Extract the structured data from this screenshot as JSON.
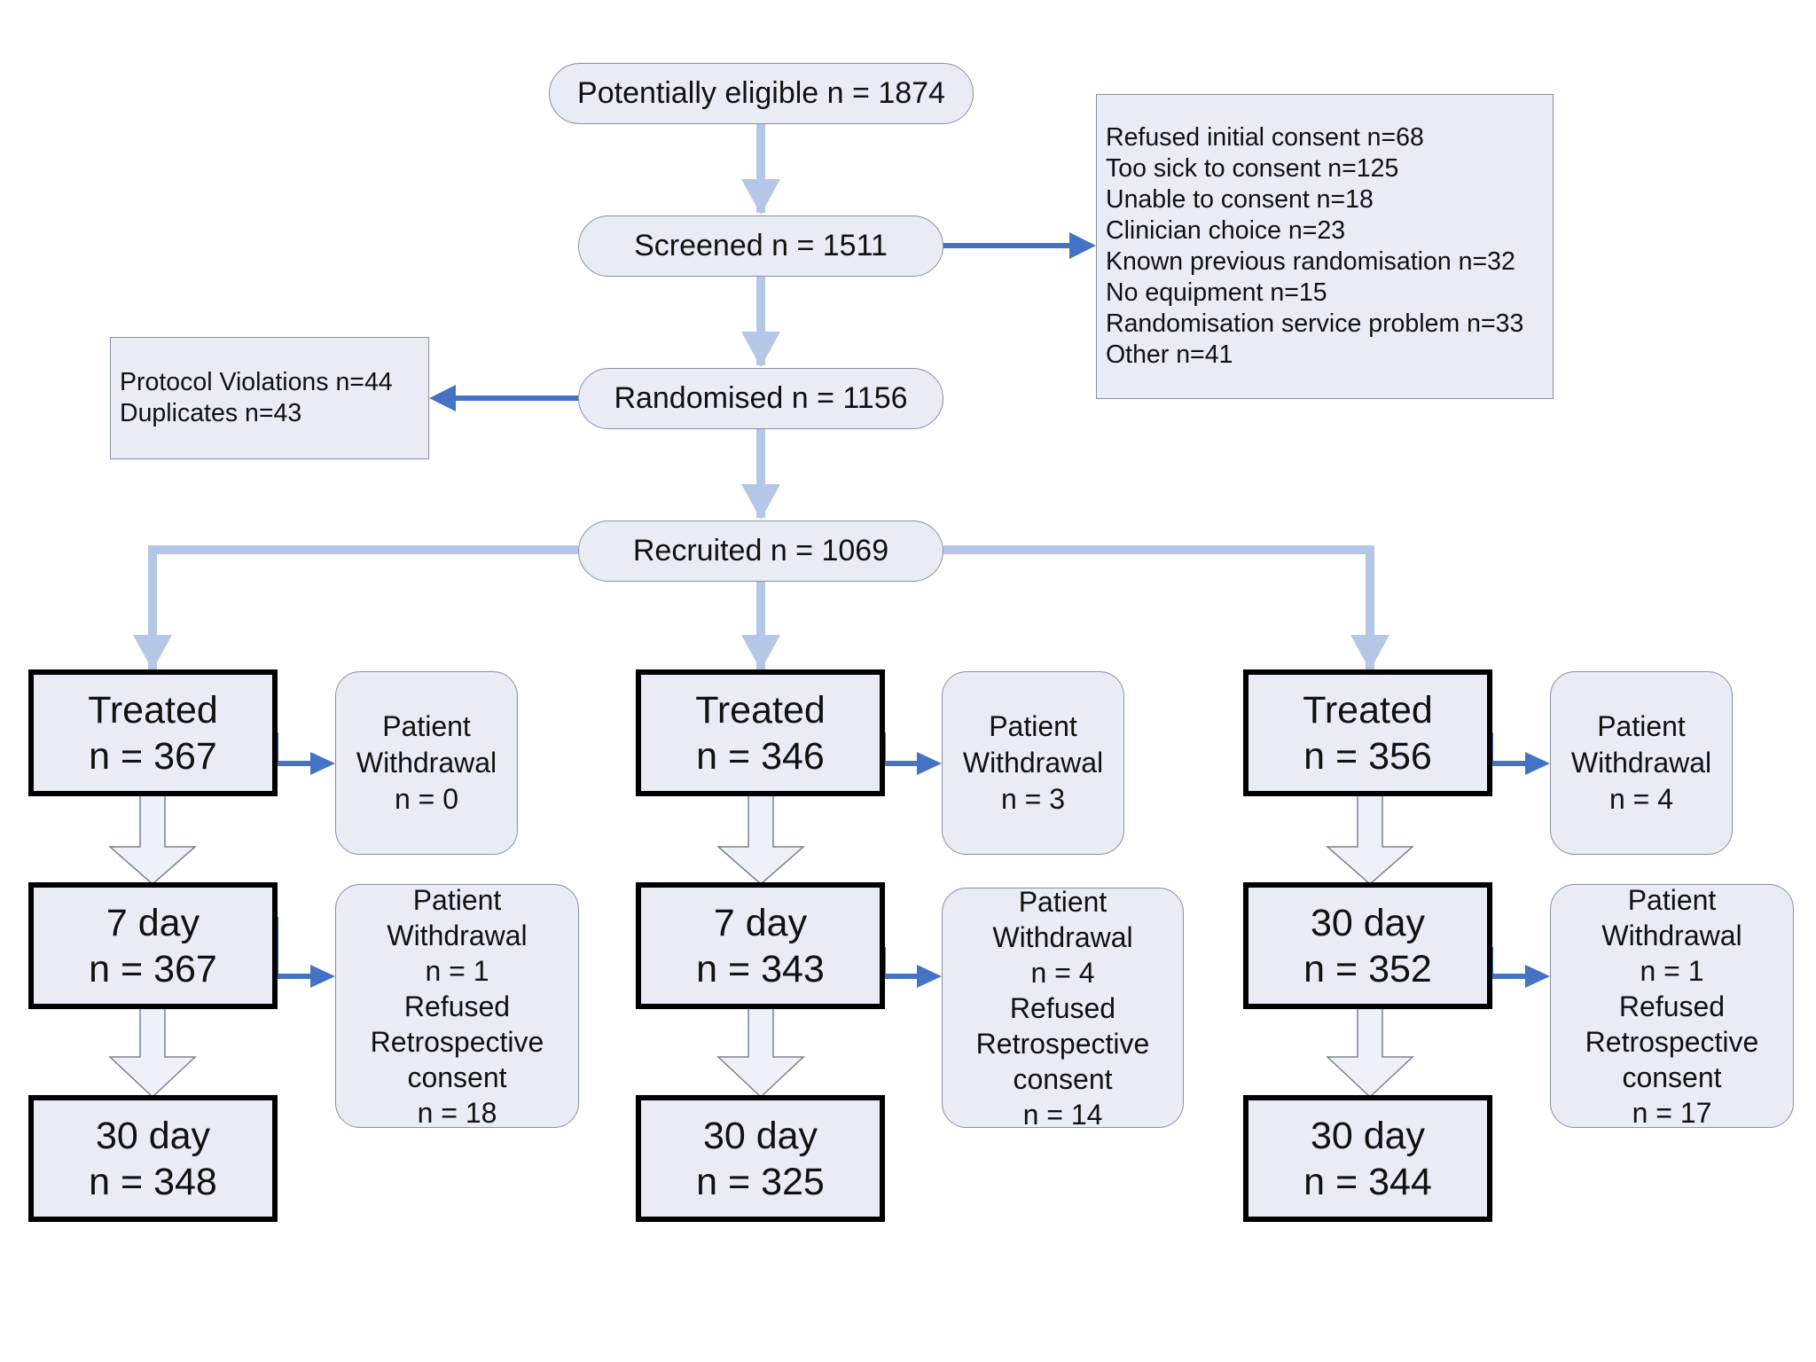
{
  "eligible": "Potentially eligible n = 1874",
  "screened": "Screened n = 1511",
  "randomised": "Randomised n = 1156",
  "recruited": "Recruited n = 1069",
  "exclusions": [
    "Refused initial consent  n=68",
    "Too sick to consent  n=125",
    "Unable to consent n=18",
    "Clinician choice  n=23",
    "Known previous randomisation  n=32",
    "No equipment  n=15",
    "Randomisation service problem n=33",
    "Other  n=41"
  ],
  "violations": [
    "Protocol Violations n=44",
    "Duplicates n=43"
  ],
  "arms": [
    {
      "treated": [
        "Treated",
        "n = 367"
      ],
      "withdrawal1": [
        "Patient",
        "Withdrawal",
        "n = 0"
      ],
      "followup1": [
        "7 day",
        "n = 367"
      ],
      "withdrawal2": [
        "Patient",
        "Withdrawal",
        "n = 1",
        "Refused",
        "Retrospective",
        "consent",
        "n = 18"
      ],
      "followup2": [
        "30 day",
        "n = 348"
      ]
    },
    {
      "treated": [
        "Treated",
        "n = 346"
      ],
      "withdrawal1": [
        "Patient",
        "Withdrawal",
        "n = 3"
      ],
      "followup1": [
        "7 day",
        "n = 343"
      ],
      "withdrawal2": [
        "Patient",
        "Withdrawal",
        "n = 4",
        "Refused",
        "Retrospective",
        "consent",
        "n = 14"
      ],
      "followup2": [
        "30 day",
        "n = 325"
      ]
    },
    {
      "treated": [
        "Treated",
        "n = 356"
      ],
      "withdrawal1": [
        "Patient",
        "Withdrawal",
        "n = 4"
      ],
      "followup1": [
        "30 day",
        "n = 352"
      ],
      "withdrawal2": [
        "Patient",
        "Withdrawal",
        "n = 1",
        "Refused",
        "Retrospective",
        "consent",
        "n = 17"
      ],
      "followup2": [
        "30 day",
        "n = 344"
      ]
    }
  ],
  "colors": {
    "light_arrow": "#b4c7e7",
    "dark_arrow": "#4472c4",
    "box_fill": "#e9ecf5"
  }
}
